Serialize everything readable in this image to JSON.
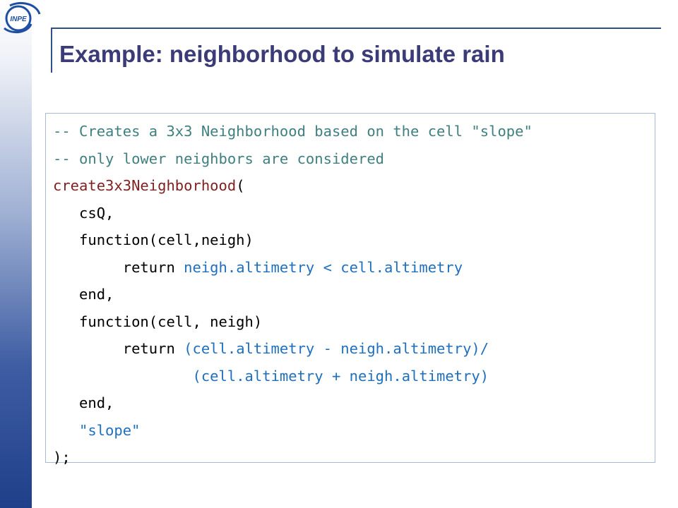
{
  "slide": {
    "title": "Example: neighborhood to simulate rain",
    "logo_label": "INPE"
  },
  "code": {
    "line1": "-- Creates a 3x3 Neighborhood based on the cell \"slope\"",
    "line2": "-- only lower neighbors are considered",
    "line3_fn": "create3x3Neighborhood",
    "line3_paren": "(",
    "line4": "   csQ,",
    "line5": "   function(cell,neigh)",
    "line6_kw": "        return ",
    "line6_expr": "neigh.altimetry < cell.altimetry",
    "line7": "   end,",
    "line8": "   function(cell, neigh)",
    "line9_kw": "        return ",
    "line9_expr": "(cell.altimetry - neigh.altimetry)/",
    "line10_indent": "                ",
    "line10_expr": "(cell.altimetry + neigh.altimetry)",
    "line11": "   end,",
    "line12": "   \"slope\"",
    "line13": ");"
  },
  "colors": {
    "title": "#3b3b78",
    "comment": "#3f7f7f",
    "function_name": "#7f1f1f",
    "expression": "#1f6fbf",
    "rule": "#2f4f8f"
  }
}
